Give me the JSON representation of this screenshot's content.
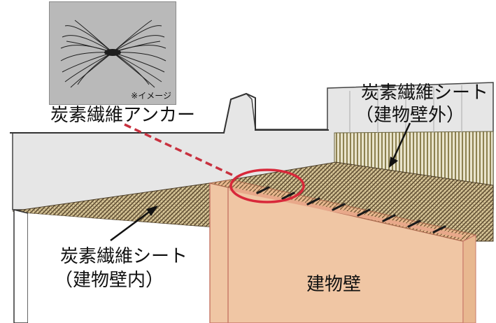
{
  "labels": {
    "anchor": "炭素繊維アンカー",
    "sheet_outer_line1": "炭素繊維シート",
    "sheet_outer_line2": "（建物壁外）",
    "sheet_inner_line1": "炭素繊維シート",
    "sheet_inner_line2": "（建物壁内）",
    "wall": "建物壁"
  },
  "photo": {
    "caption": "※イメージ"
  },
  "colors": {
    "leader_dashed": "#c8313f",
    "highlight_circle": "#d8283a",
    "wall_fill": "#f0c6a4",
    "wall_edge": "#c97a6a",
    "sheet_dark": "#5b4a30",
    "sheet_light": "#d8c79a",
    "background_wall": "#e6e6e6",
    "photo_bg": "#b9b9b9"
  }
}
